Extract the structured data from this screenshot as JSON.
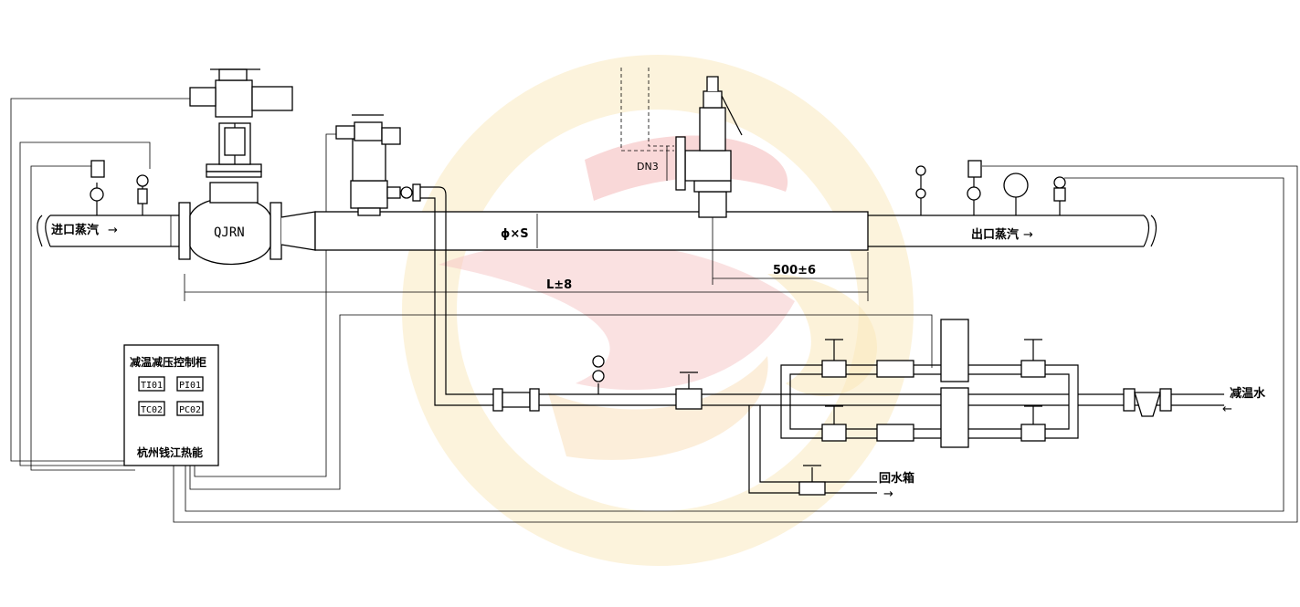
{
  "labels": {
    "steam_inlet": "进口蒸汽",
    "steam_outlet": "出口蒸汽",
    "valve_model": "QJRN",
    "pipe_spec": "ϕ×S",
    "dn": "DN3",
    "dim_500": "500±6",
    "dim_L": "L±8",
    "desuperheat_water": "减温水",
    "return_tank": "回水箱"
  },
  "control_cabinet": {
    "title": "减温减压控制柜",
    "instruments": [
      "TI01",
      "PI01",
      "TC02",
      "PC02"
    ],
    "maker": "杭州钱江热能"
  },
  "colors": {
    "line": "#000000",
    "watermark_red": "#e8a0a0",
    "watermark_yellow": "#f3d98a"
  }
}
